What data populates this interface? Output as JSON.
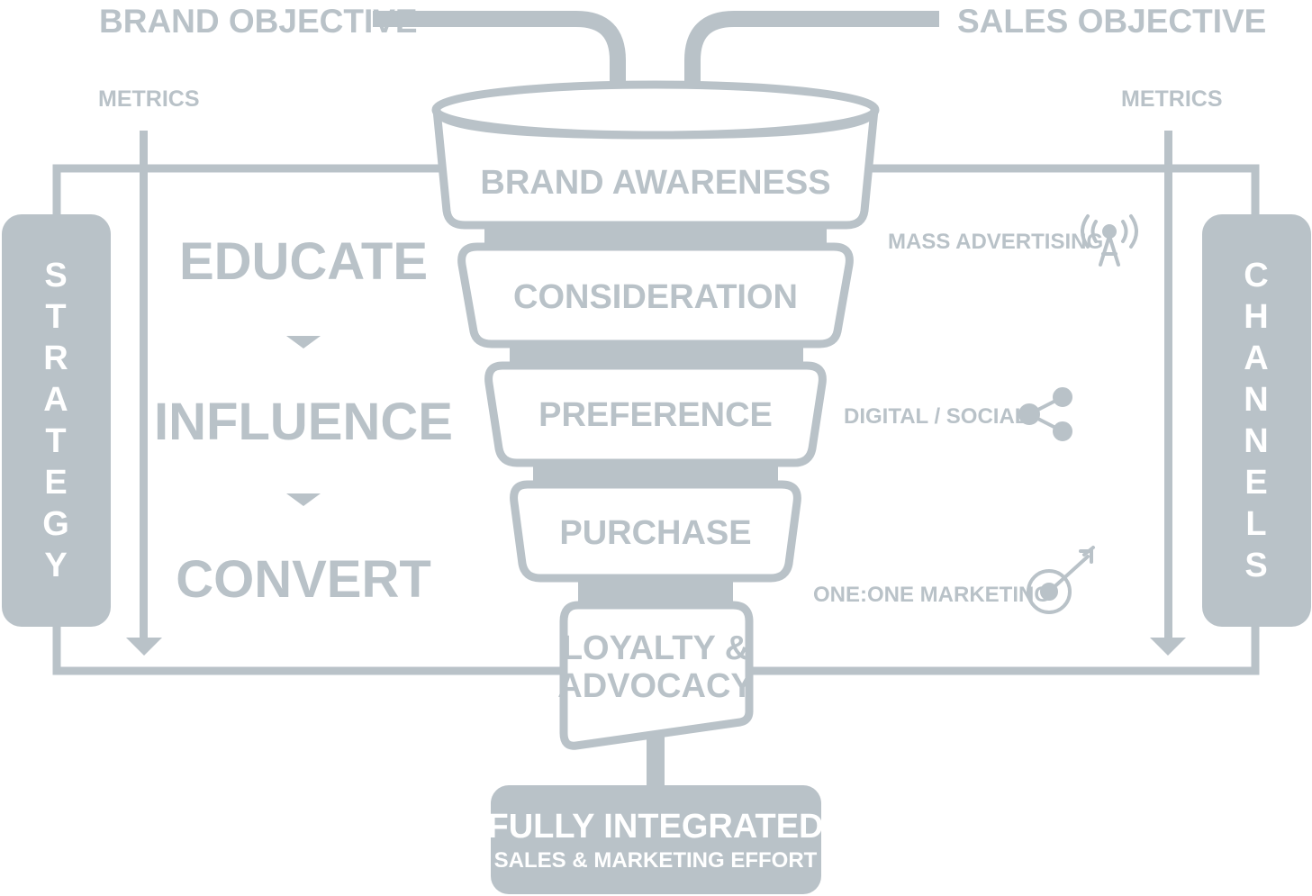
{
  "header": {
    "brand_objective": "BRAND OBJECTIVE",
    "sales_objective": "SALES OBJECTIVE"
  },
  "metrics": {
    "left": "METRICS",
    "right": "METRICS"
  },
  "funnel": {
    "stages": [
      {
        "label": "BRAND AWARENESS"
      },
      {
        "label": "CONSIDERATION"
      },
      {
        "label": "PREFERENCE"
      },
      {
        "label": "PURCHASE"
      },
      {
        "line1": "LOYALTY &",
        "line2": "ADVOCACY"
      }
    ]
  },
  "steps": {
    "educate": "EDUCATE",
    "influence": "INFLUENCE",
    "convert": "CONVERT"
  },
  "side_bars": {
    "left": [
      "S",
      "T",
      "R",
      "A",
      "T",
      "E",
      "G",
      "Y"
    ],
    "right": [
      "C",
      "H",
      "A",
      "N",
      "N",
      "E",
      "L",
      "S"
    ]
  },
  "channels": {
    "mass": {
      "label": "MASS ADVERTISING",
      "icon": "broadcast-tower-icon"
    },
    "digital": {
      "label": "DIGITAL / SOCIAL",
      "icon": "share-icon"
    },
    "one": {
      "label": "ONE:ONE MARKETING",
      "icon": "target-icon"
    }
  },
  "footer": {
    "title": "FULLY INTEGRATED",
    "subtitle": "SALES & MARKETING EFFORT"
  },
  "colors": {
    "primary": "#b9c2c8",
    "background": "#ffffff"
  }
}
